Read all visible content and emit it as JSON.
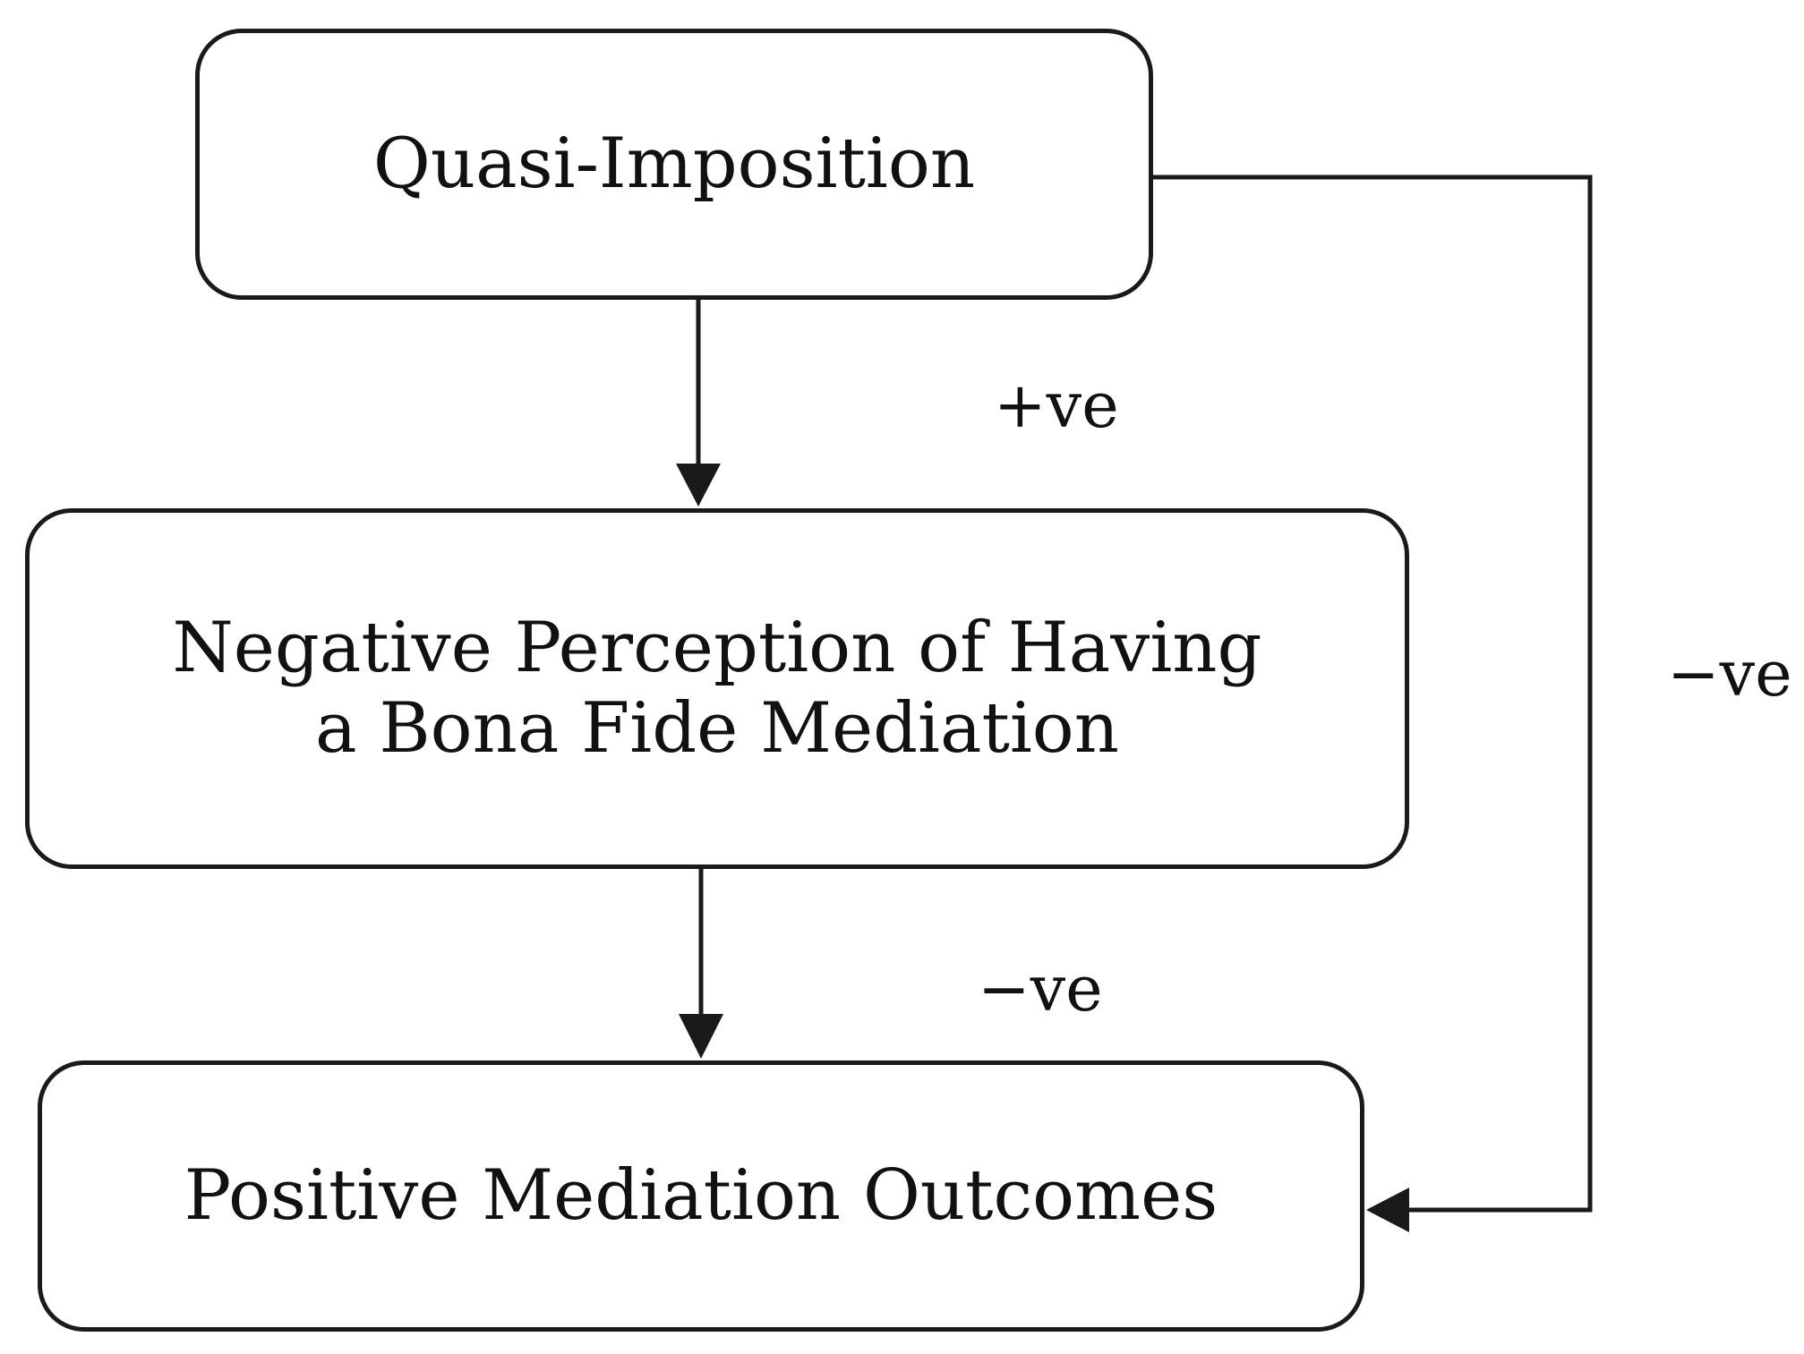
{
  "nodes": {
    "quasi_imposition": "Quasi-Imposition",
    "negative_perception": "Negative Perception of Having a Bona Fide Mediation",
    "positive_outcomes": "Positive Mediation Outcomes"
  },
  "edges": {
    "quasi_to_negative": "+ve",
    "negative_to_positive": "−ve",
    "quasi_to_positive": "−ve"
  }
}
